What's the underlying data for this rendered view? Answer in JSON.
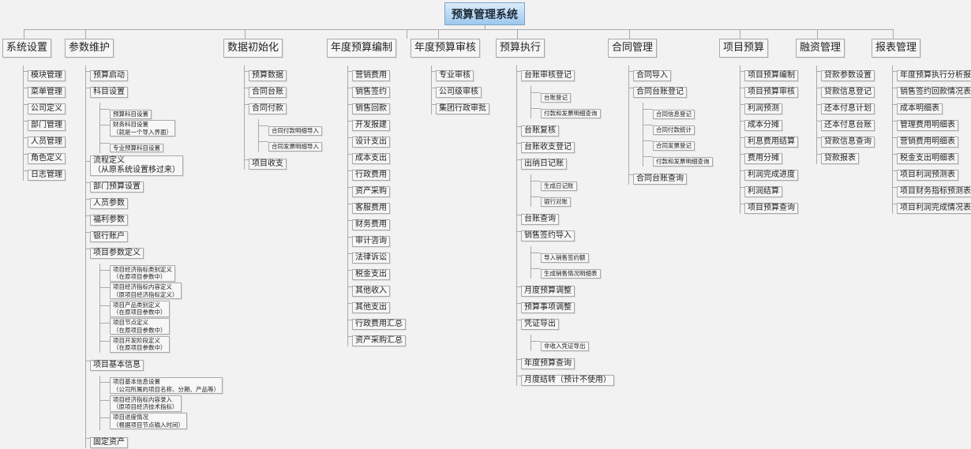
{
  "root": "预算管理系统",
  "branches": [
    {
      "label": "系统设置",
      "children": [
        {
          "label": "模块管理"
        },
        {
          "label": "菜单管理"
        },
        {
          "label": "公司定义"
        },
        {
          "label": "部门管理"
        },
        {
          "label": "人员管理"
        },
        {
          "label": "角色定义"
        },
        {
          "label": "日志管理"
        }
      ]
    },
    {
      "label": "参数维护",
      "children": [
        {
          "label": "预算启动"
        },
        {
          "label": "科目设置",
          "children": [
            {
              "label": "预算科目设置"
            },
            {
              "label": "财务科目设置\n（就是一个导入界面）"
            },
            {
              "label": "专业预算科目设置"
            }
          ]
        },
        {
          "label": "流程定义\n（从原系统设置移过来）"
        },
        {
          "label": "部门预算设置"
        },
        {
          "label": "人员参数"
        },
        {
          "label": "福利参数"
        },
        {
          "label": "银行账户"
        },
        {
          "label": "项目参数定义",
          "children": [
            {
              "label": "项目经济指标类别定义\n（在原项目参数中）"
            },
            {
              "label": "项目经济指标内容定义\n（原项目经济指标定义）"
            },
            {
              "label": "项目产品类别定义\n（在原项目参数中）"
            },
            {
              "label": "项目节点定义\n（在原项目参数中）"
            },
            {
              "label": "项目开发阶段定义\n（在原项目参数中）"
            }
          ]
        },
        {
          "label": "项目基本信息",
          "children": [
            {
              "label": "项目基本信息设置\n（公司所属的项目名称、分期、产品等）"
            },
            {
              "label": "项目经济指标内容录入\n（原项目经济技术指标）"
            },
            {
              "label": "项目进度情况\n（根据项目节点输入时间）"
            }
          ]
        },
        {
          "label": "固定资产"
        }
      ]
    },
    {
      "label": "数据初始化",
      "children": [
        {
          "label": "预算数据"
        },
        {
          "label": "合同台账"
        },
        {
          "label": "合同付款",
          "children": [
            {
              "label": "合同付款明细导入"
            },
            {
              "label": "合同发票明细导入"
            }
          ]
        },
        {
          "label": "项目收支"
        }
      ]
    },
    {
      "label": "年度预算编制",
      "children": [
        {
          "label": "营销费用"
        },
        {
          "label": "销售签约"
        },
        {
          "label": "销售回款"
        },
        {
          "label": "开发报建"
        },
        {
          "label": "设计支出"
        },
        {
          "label": "成本支出"
        },
        {
          "label": "行政费用"
        },
        {
          "label": "资产采购"
        },
        {
          "label": "客服费用"
        },
        {
          "label": "财务费用"
        },
        {
          "label": "审计咨询"
        },
        {
          "label": "法律诉讼"
        },
        {
          "label": "税金支出"
        },
        {
          "label": "其他收入"
        },
        {
          "label": "其他支出"
        },
        {
          "label": "行政费用汇总"
        },
        {
          "label": "资产采购汇总"
        }
      ]
    },
    {
      "label": "年度预算审核",
      "children": [
        {
          "label": "专业审核"
        },
        {
          "label": "公司级审核"
        },
        {
          "label": "集团行政审批"
        }
      ]
    },
    {
      "label": "预算执行",
      "children": [
        {
          "label": "台账审核登记",
          "children": [
            {
              "label": "台账登记"
            },
            {
              "label": "付款和发票明细查询"
            }
          ]
        },
        {
          "label": "台账复核"
        },
        {
          "label": "台账收支登记"
        },
        {
          "label": "出纳日记账",
          "children": [
            {
              "label": "生成日记账"
            },
            {
              "label": "银行对账"
            }
          ]
        },
        {
          "label": "台账查询"
        },
        {
          "label": "销售签约导入",
          "children": [
            {
              "label": "导入销售签约额"
            },
            {
              "label": "生成销售情况明细表"
            }
          ]
        },
        {
          "label": "月度预算调整"
        },
        {
          "label": "预算事项调整"
        },
        {
          "label": "凭证导出",
          "children": [
            {
              "label": "非收入凭证导出"
            }
          ]
        },
        {
          "label": "年度预算查询"
        },
        {
          "label": "月度结转（预计不使用）"
        }
      ]
    },
    {
      "label": "合同管理",
      "children": [
        {
          "label": "合同导入"
        },
        {
          "label": "合同台账登记",
          "children": [
            {
              "label": "合同信息登记"
            },
            {
              "label": "合同付款统计"
            },
            {
              "label": "合同发票登记"
            },
            {
              "label": "付款和发票明细查询"
            }
          ]
        },
        {
          "label": "合同台账查询"
        }
      ]
    },
    {
      "label": "项目预算",
      "children": [
        {
          "label": "项目预算编制"
        },
        {
          "label": "项目预算审核"
        },
        {
          "label": "利润预测"
        },
        {
          "label": "成本分摊"
        },
        {
          "label": "利息费用结算"
        },
        {
          "label": "费用分摊"
        },
        {
          "label": "利润完成进度"
        },
        {
          "label": "利润结算"
        },
        {
          "label": "项目预算查询"
        }
      ]
    },
    {
      "label": "融资管理",
      "children": [
        {
          "label": "贷款参数设置"
        },
        {
          "label": "贷款信息登记"
        },
        {
          "label": "还本付息计划"
        },
        {
          "label": "还本付息台账"
        },
        {
          "label": "贷款信息查询"
        },
        {
          "label": "贷款报表"
        }
      ]
    },
    {
      "label": "报表管理",
      "children": [
        {
          "label": "年度预算执行分析报表"
        },
        {
          "label": "销售签约回款情况表"
        },
        {
          "label": "成本明细表"
        },
        {
          "label": "管理费用明细表"
        },
        {
          "label": "营销费用明细表"
        },
        {
          "label": "税金支出明细表"
        },
        {
          "label": "项目利润预测表"
        },
        {
          "label": "项目财务指标预测表"
        },
        {
          "label": "项目利润完成情况表"
        }
      ]
    }
  ]
}
